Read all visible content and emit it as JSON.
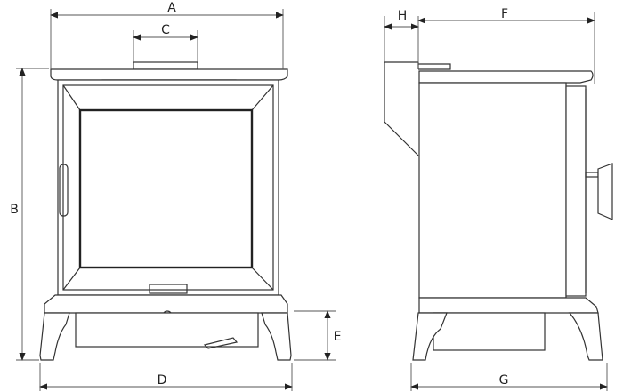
{
  "diagram": {
    "title_views": [
      "front-view",
      "side-view"
    ],
    "dimensions": {
      "A": "A",
      "B": "B",
      "C": "C",
      "D": "D",
      "E": "E",
      "F": "F",
      "G": "G",
      "H": "H"
    },
    "colors": {
      "line": "#333333",
      "background": "#ffffff"
    }
  }
}
